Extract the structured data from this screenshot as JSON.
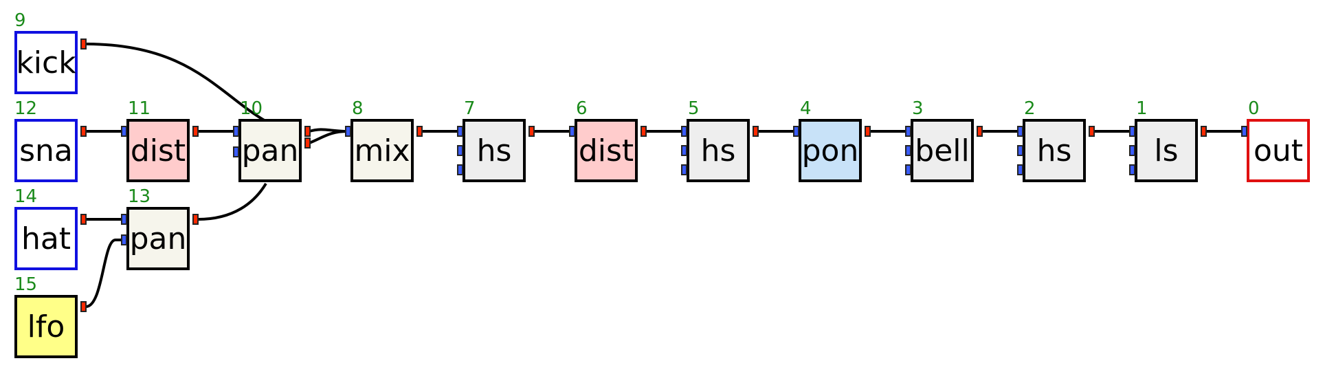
{
  "nodes": [
    {
      "id": 9,
      "label": "kick",
      "type": "src"
    },
    {
      "id": 12,
      "label": "sna",
      "type": "src"
    },
    {
      "id": 14,
      "label": "hat",
      "type": "src"
    },
    {
      "id": 15,
      "label": "lfo",
      "type": "lfo"
    },
    {
      "id": 11,
      "label": "dist",
      "type": "dist"
    },
    {
      "id": 13,
      "label": "pan",
      "type": "pan"
    },
    {
      "id": 10,
      "label": "pan",
      "type": "pan"
    },
    {
      "id": 8,
      "label": "mix",
      "type": "mix"
    },
    {
      "id": 7,
      "label": "hs",
      "type": "gray"
    },
    {
      "id": 6,
      "label": "dist",
      "type": "dist"
    },
    {
      "id": 5,
      "label": "hs",
      "type": "gray"
    },
    {
      "id": 4,
      "label": "pon",
      "type": "pon"
    },
    {
      "id": 3,
      "label": "bell",
      "type": "gray"
    },
    {
      "id": 2,
      "label": "hs",
      "type": "gray"
    },
    {
      "id": 1,
      "label": "ls",
      "type": "gray"
    },
    {
      "id": 0,
      "label": "out",
      "type": "out"
    }
  ],
  "connections": [
    {
      "from": 9,
      "to": 10
    },
    {
      "from": 12,
      "to": 11
    },
    {
      "from": 11,
      "to": 10
    },
    {
      "from": 14,
      "to": 13
    },
    {
      "from": 15,
      "to": 13
    },
    {
      "from": 13,
      "to": 10
    },
    {
      "from": 10,
      "to": 8
    },
    {
      "from": 8,
      "to": 7
    },
    {
      "from": 7,
      "to": 6
    },
    {
      "from": 6,
      "to": 5
    },
    {
      "from": 5,
      "to": 4
    },
    {
      "from": 4,
      "to": 3
    },
    {
      "from": 3,
      "to": 2
    },
    {
      "from": 2,
      "to": 1
    },
    {
      "from": 1,
      "to": 0
    }
  ]
}
